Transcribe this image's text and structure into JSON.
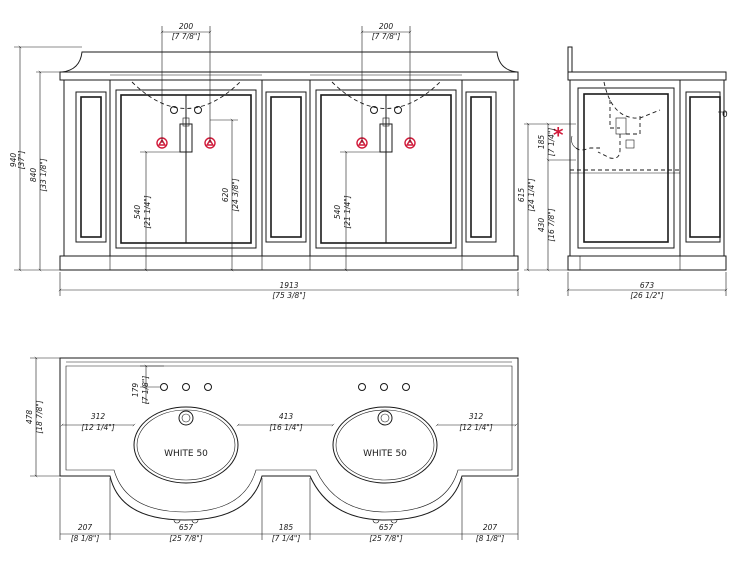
{
  "dimensions": {
    "tap_spacing_1": "200",
    "tap_spacing_1_in": "[7 7/8\"]",
    "tap_spacing_2": "200",
    "tap_spacing_2_in": "[7 7/8\"]",
    "total_height": "940",
    "total_height_in": "[37\"]",
    "counter_height": "840",
    "counter_height_in": "[33 1/8\"]",
    "basin1_outlet": "540",
    "basin1_outlet_in": "[21 1/4\"]",
    "basin1_tap": "620",
    "basin1_tap_in": "[24 3/8\"]",
    "basin2_outlet": "540",
    "basin2_outlet_in": "[21 1/4\"]",
    "front_width": "1913",
    "front_width_in": "[75 3/8\"]",
    "side_185": "185",
    "side_185_in": "[7 1/4\"]",
    "side_615": "615",
    "side_615_in": "[24 1/4\"]",
    "side_430": "430",
    "side_430_in": "[16 7/8\"]",
    "side_depth": "673",
    "side_depth_in": "[26 1/2\"]",
    "plan_depth": "478",
    "plan_depth_in": "[18 7/8\"]",
    "tap_offset": "179",
    "tap_offset_in": "[7 1/8\"]",
    "left_margin": "312",
    "left_margin_in": "[12 1/4\"]",
    "between_basins": "413",
    "between_basins_in": "[16 1/4\"]",
    "right_margin": "312",
    "right_margin_in": "[12 1/4\"]",
    "bottom_207_left": "207",
    "bottom_207_left_in": "[8 1/8\"]",
    "bottom_657_left": "657",
    "bottom_657_left_in": "[25 7/8\"]",
    "bottom_185": "185",
    "bottom_185_in": "[7 1/4\"]",
    "bottom_657_right": "657",
    "bottom_657_right_in": "[25 7/8\"]",
    "bottom_207_right": "207",
    "bottom_207_right_in": "[8 1/8\"]"
  },
  "basin_labels": {
    "left": "WHITE 50",
    "right": "WHITE 50"
  },
  "side_marker": "*",
  "colors": {
    "line": "#1a1a1a",
    "accent": "#d11a3a"
  }
}
